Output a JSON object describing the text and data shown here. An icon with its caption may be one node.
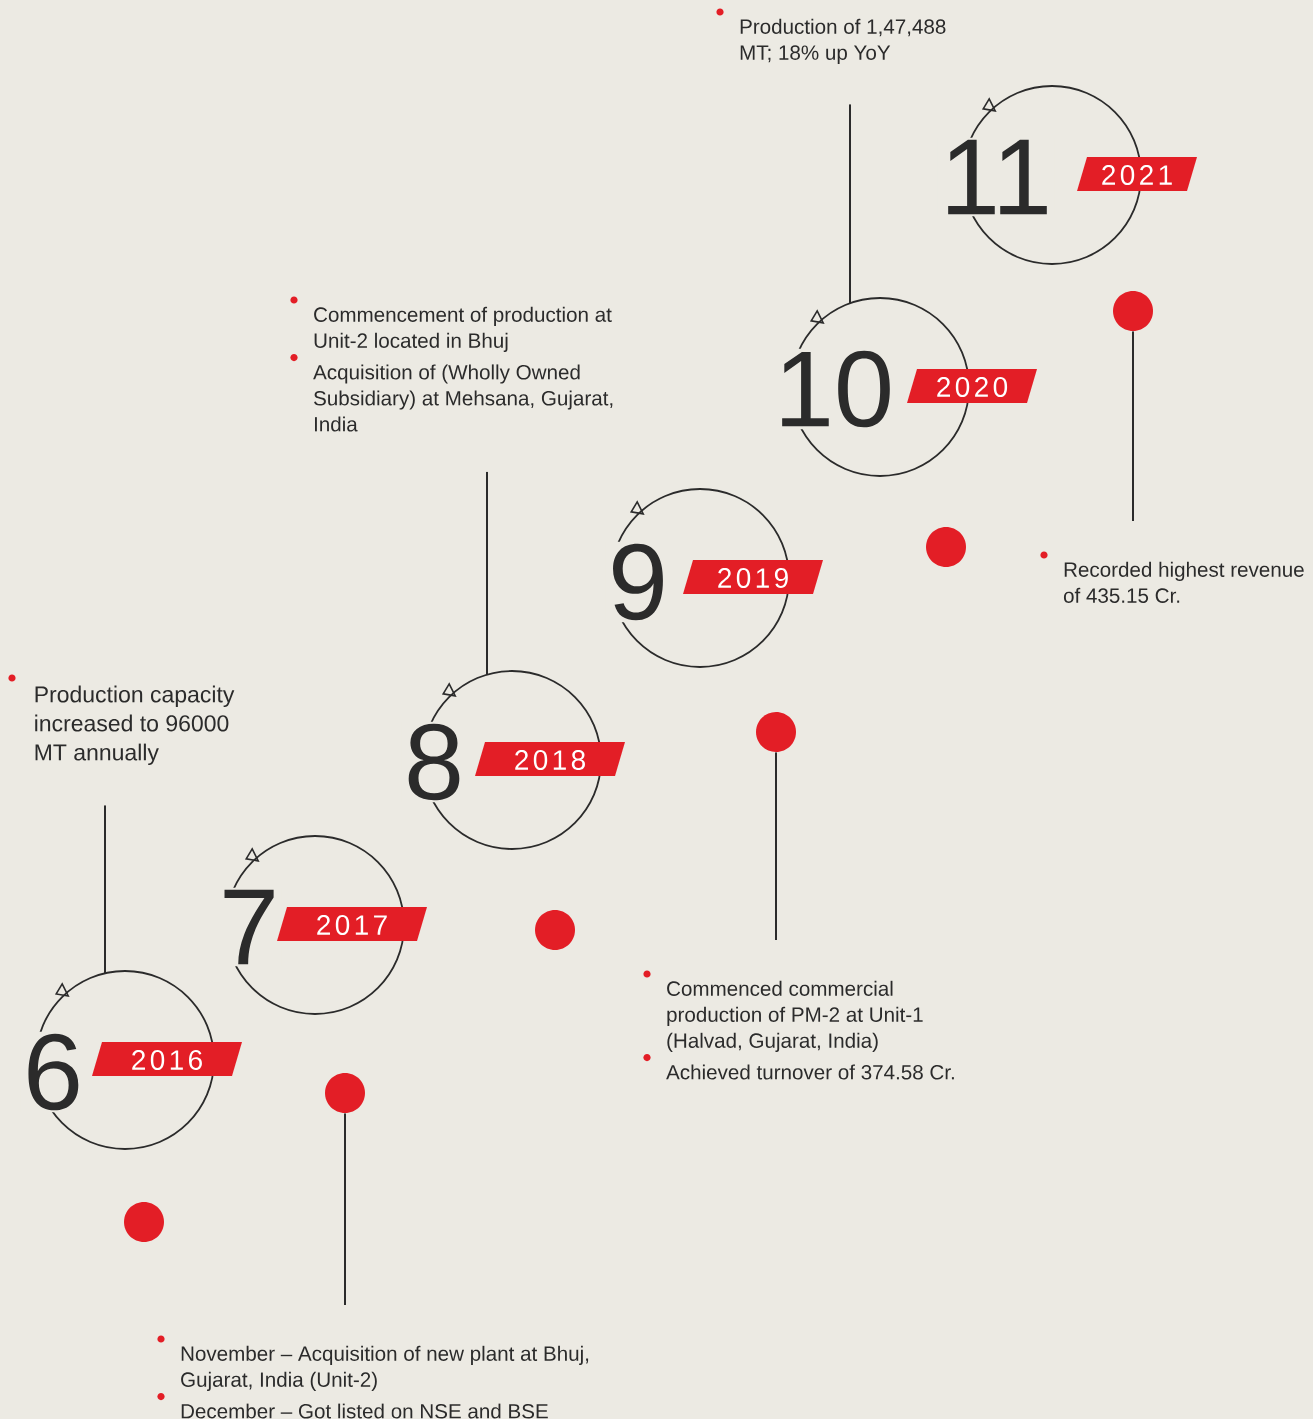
{
  "diagram": {
    "nodes": [
      {
        "text": [
          "6",
          "2016"
        ]
      },
      {
        "text": [
          "7",
          "2017"
        ]
      },
      {
        "text": [
          "8",
          "2018"
        ]
      },
      {
        "text": [
          "9",
          "2019"
        ]
      },
      {
        "text": [
          "10",
          "2020"
        ]
      },
      {
        "text": [
          "11",
          "2021"
        ]
      },
      {
        "text": [
          "Production of 1,47,488 MT; 18% up YoY"
        ]
      },
      {
        "text": [
          "Commencement of production at Unit-2 located in Bhuj",
          "Acquisition of (Wholly Owned Subsidiary) at Mehsana, Gujarat, India"
        ]
      },
      {
        "text": [
          "Production capacity increased to 96000 MT annually"
        ]
      },
      {
        "text": [
          "Recorded highest revenue of 435.15 Cr."
        ]
      },
      {
        "text": [
          "Commenced commercial production of PM-2 at Unit-1 (Halvad, Gujarat, India)",
          "Achieved turnover of 374.58 Cr."
        ]
      },
      {
        "text": [
          "November – Acquisition of new plant at Bhuj, Gujarat, India (Unit-2)",
          "December – Got listed on NSE and BSE"
        ]
      },
      {
        "text": [],
        "shape": "circle"
      },
      {
        "text": [],
        "shape": "circle"
      },
      {
        "text": [],
        "shape": "circle"
      },
      {
        "text": [],
        "shape": "circle"
      },
      {
        "text": [],
        "shape": "circle"
      },
      {
        "text": [],
        "shape": "circle"
      }
    ],
    "edges": [
      {
        "from": 6,
        "to": 4,
        "arrow": "none"
      },
      {
        "from": 7,
        "to": 2,
        "arrow": "none"
      },
      {
        "from": 8,
        "to": 0,
        "arrow": "none"
      },
      {
        "from": 12,
        "to": 9,
        "arrow": "none"
      },
      {
        "from": 14,
        "to": 10,
        "arrow": "none"
      },
      {
        "from": 16,
        "to": 11,
        "arrow": "none"
      }
    ]
  }
}
